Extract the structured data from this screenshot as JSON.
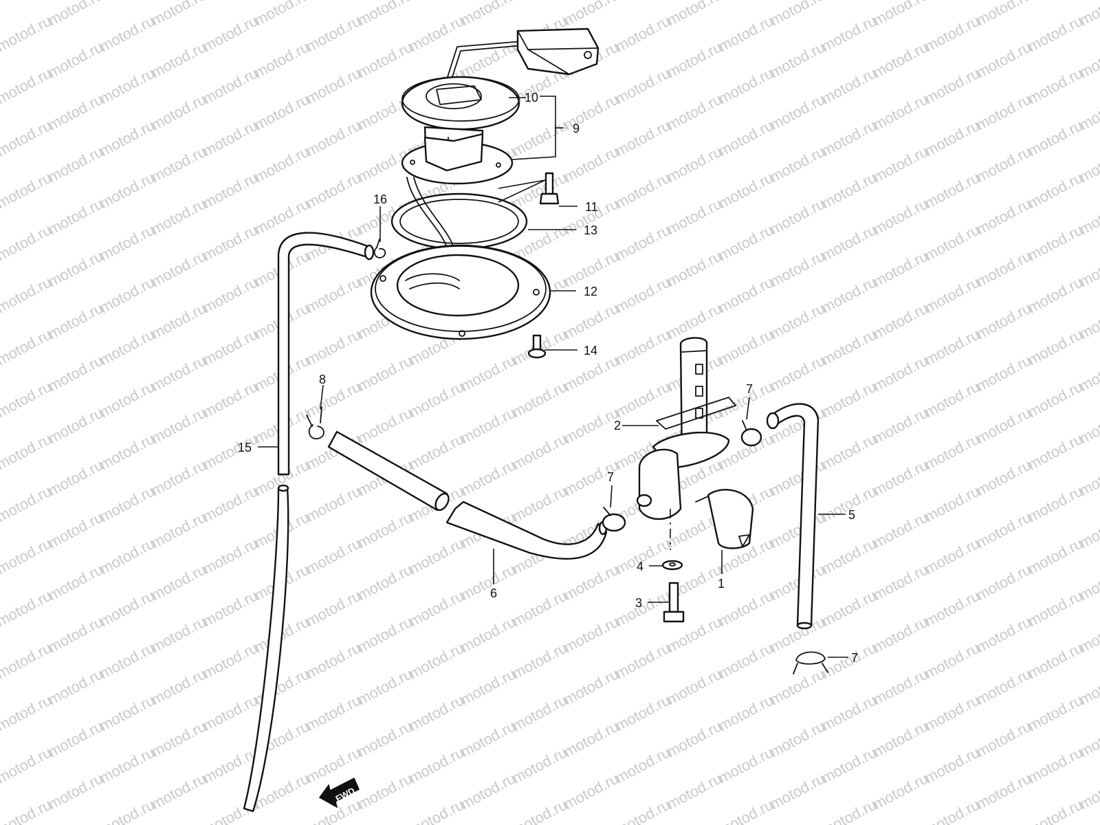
{
  "watermark": {
    "text": "motod.ru",
    "color": "#c9c9c9"
  },
  "direction_marker": {
    "label": "FWD",
    "icon": "arrow-left-icon"
  },
  "colors": {
    "line": "#111111",
    "background": "#ffffff"
  },
  "callouts": [
    {
      "id": "c10",
      "text": "10"
    },
    {
      "id": "c9",
      "text": "9"
    },
    {
      "id": "c11",
      "text": "11"
    },
    {
      "id": "c16",
      "text": "16"
    },
    {
      "id": "c13",
      "text": "13"
    },
    {
      "id": "c12",
      "text": "12"
    },
    {
      "id": "c14",
      "text": "14"
    },
    {
      "id": "c8",
      "text": "8"
    },
    {
      "id": "c7a",
      "text": "7"
    },
    {
      "id": "c2",
      "text": "2"
    },
    {
      "id": "c15",
      "text": "15"
    },
    {
      "id": "c7b",
      "text": "7"
    },
    {
      "id": "c5",
      "text": "5"
    },
    {
      "id": "c4",
      "text": "4"
    },
    {
      "id": "c1",
      "text": "1"
    },
    {
      "id": "c6",
      "text": "6"
    },
    {
      "id": "c3",
      "text": "3"
    },
    {
      "id": "c7c",
      "text": "7"
    }
  ]
}
